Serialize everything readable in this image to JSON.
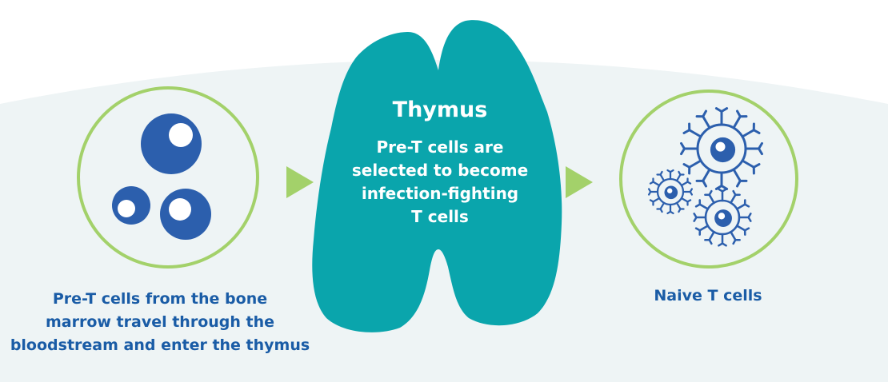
{
  "colors": {
    "background_arc": "#eef4f5",
    "thymus_fill": "#0aa5ac",
    "ring_green": "#a3d16a",
    "arrow_green": "#a3d16a",
    "cell_blue": "#2c5fad",
    "caption_blue": "#1a5ca6",
    "thymus_text": "#ffffff"
  },
  "thymus": {
    "title": "Thymus",
    "description_lines": [
      "Pre-T cells are",
      "selected to become",
      "infection-fighting",
      "T cells"
    ]
  },
  "left_caption_lines": [
    "Pre-T cells from the bone",
    "marrow travel through the",
    "bloodstream and enter the thymus"
  ],
  "right_caption": "Naive T cells",
  "icons": {
    "pre_t_cells": "pre-t-cell-icon",
    "naive_t_cells": "naive-t-cell-icon",
    "arrows": "arrow-right-icon"
  }
}
